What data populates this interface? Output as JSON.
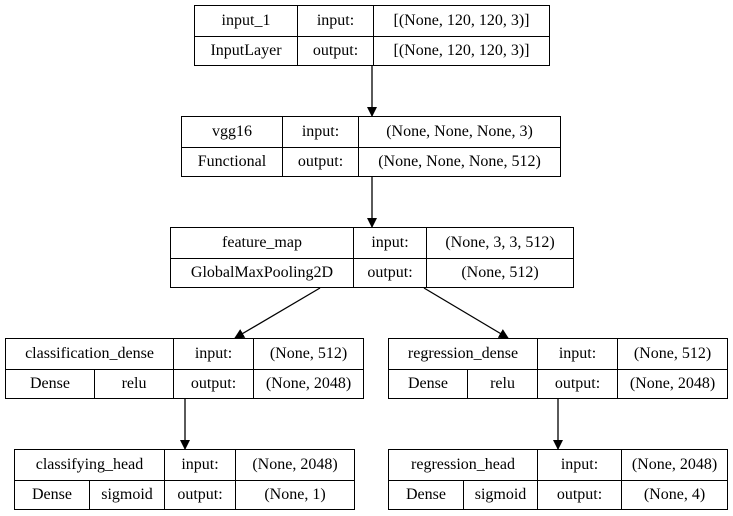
{
  "nodes": [
    {
      "id": "input_1",
      "name": "input_1",
      "type": "InputLayer",
      "activation": "",
      "input_label": "input:",
      "output_label": "output:",
      "input_shape": "[(None, 120, 120, 3)]",
      "output_shape": "[(None, 120, 120, 3)]"
    },
    {
      "id": "vgg16",
      "name": "vgg16",
      "type": "Functional",
      "activation": "",
      "input_label": "input:",
      "output_label": "output:",
      "input_shape": "(None, None, None, 3)",
      "output_shape": "(None, None, None, 512)"
    },
    {
      "id": "feature_map",
      "name": "feature_map",
      "type": "GlobalMaxPooling2D",
      "activation": "",
      "input_label": "input:",
      "output_label": "output:",
      "input_shape": "(None, 3, 3, 512)",
      "output_shape": "(None, 512)"
    },
    {
      "id": "classification_dense",
      "name": "classification_dense",
      "type": "Dense",
      "activation": "relu",
      "input_label": "input:",
      "output_label": "output:",
      "input_shape": "(None, 512)",
      "output_shape": "(None, 2048)"
    },
    {
      "id": "regression_dense",
      "name": "regression_dense",
      "type": "Dense",
      "activation": "relu",
      "input_label": "input:",
      "output_label": "output:",
      "input_shape": "(None, 512)",
      "output_shape": "(None, 2048)"
    },
    {
      "id": "classifying_head",
      "name": "classifying_head",
      "type": "Dense",
      "activation": "sigmoid",
      "input_label": "input:",
      "output_label": "output:",
      "input_shape": "(None, 2048)",
      "output_shape": "(None, 1)"
    },
    {
      "id": "regression_head",
      "name": "regression_head",
      "type": "Dense",
      "activation": "sigmoid",
      "input_label": "input:",
      "output_label": "output:",
      "input_shape": "(None, 2048)",
      "output_shape": "(None, 4)"
    }
  ],
  "edges": [
    {
      "from": "input_1",
      "to": "vgg16"
    },
    {
      "from": "vgg16",
      "to": "feature_map"
    },
    {
      "from": "feature_map",
      "to": "classification_dense"
    },
    {
      "from": "feature_map",
      "to": "regression_dense"
    },
    {
      "from": "classification_dense",
      "to": "classifying_head"
    },
    {
      "from": "regression_dense",
      "to": "regression_head"
    }
  ]
}
